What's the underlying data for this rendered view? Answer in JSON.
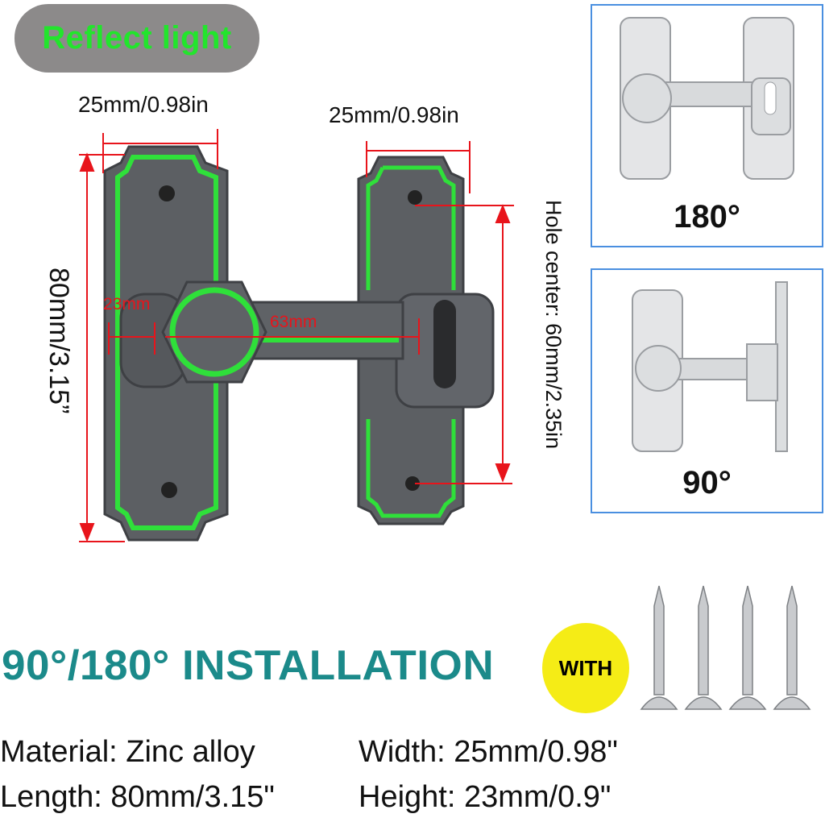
{
  "badge": {
    "label": "Reflect light",
    "text_color": "#22e52c",
    "bg_color": "#8c8a8a"
  },
  "dimensions": {
    "left_plate_width": "25mm/0.98in",
    "right_plate_width": "25mm/0.98in",
    "length": "80mm/3.15”",
    "hole_center": "Hole center: 60mm/2.35in",
    "knob_height": "23mm",
    "bar_length": "63mm"
  },
  "views": [
    {
      "label": "180°"
    },
    {
      "label": "90°"
    }
  ],
  "heading": {
    "text": "90°/180° INSTALLATION",
    "color": "#1b8a8a"
  },
  "with_badge": {
    "label": "WITH",
    "color": "#f5ec16"
  },
  "specs": [
    {
      "text": "Material: Zinc alloy"
    },
    {
      "text": "Width: 25mm/0.98\""
    },
    {
      "text": "Length: 80mm/3.15\""
    },
    {
      "text": "Height: 23mm/0.9\""
    }
  ],
  "colors": {
    "accent_glow": "#2fe03a",
    "latch": "#5c5f63",
    "dimension_line": "#e8141b",
    "panel_border": "#4a8fe0"
  }
}
